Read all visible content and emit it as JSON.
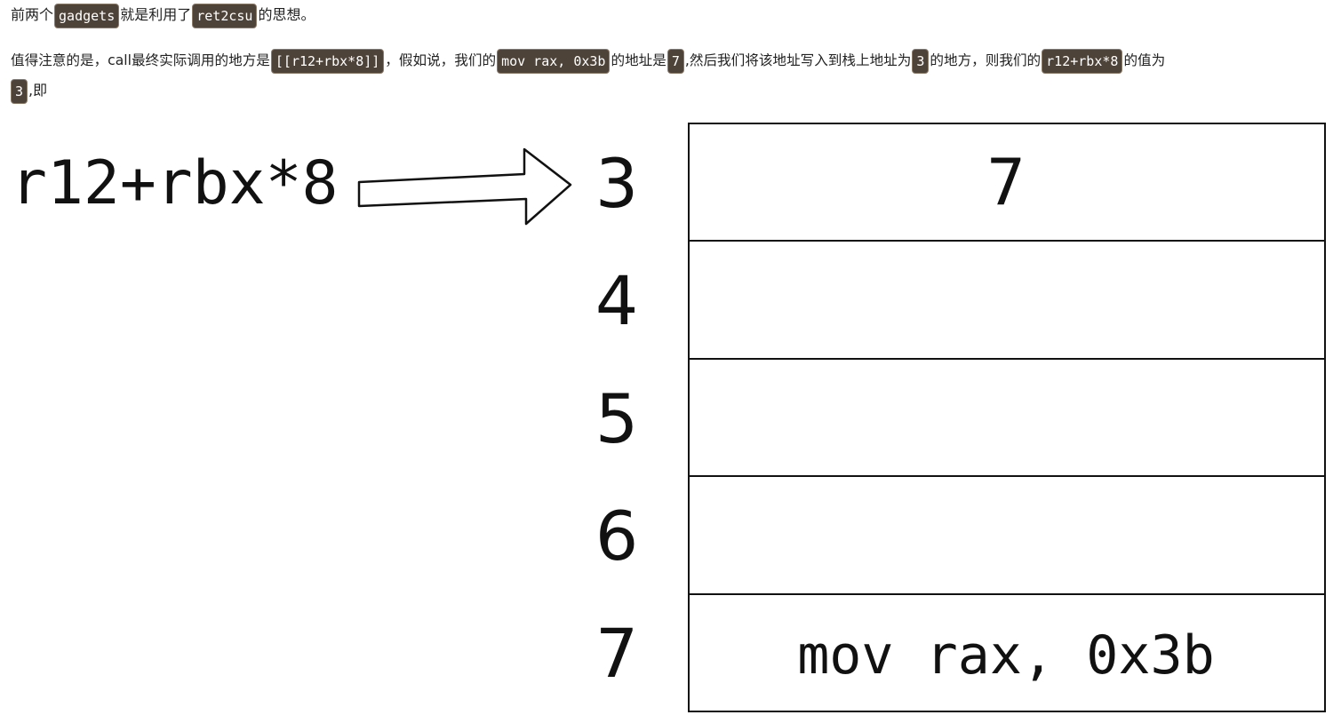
{
  "paragraph1": {
    "text_a": "前两个",
    "code_a": "gadgets",
    "text_b": "就是利用了",
    "code_b": "ret2csu",
    "text_c": "的思想。"
  },
  "paragraph2": {
    "line1": {
      "text_a": "值得注意的是，call最终实际调用的地方是",
      "code_a": "[[r12+rbx*8]]",
      "text_b": "，假如说，我们的",
      "code_b": "mov rax, 0x3b",
      "text_c": "的地址是",
      "code_c": "7",
      "text_d": ",然后我们将该地址写入到栈上地址为",
      "code_d": "3",
      "text_e": "的地方，则我们的",
      "code_e": "r12+rbx*8",
      "text_f": "的值为"
    },
    "line2": {
      "code_a": "3",
      "text_a": ",即"
    }
  },
  "diagram": {
    "pointer_label": "r12+rbx*8",
    "rows": [
      {
        "address": "3",
        "content": "7"
      },
      {
        "address": "4",
        "content": ""
      },
      {
        "address": "5",
        "content": ""
      },
      {
        "address": "6",
        "content": ""
      },
      {
        "address": "7",
        "content": "mov rax, 0x3b"
      }
    ]
  }
}
